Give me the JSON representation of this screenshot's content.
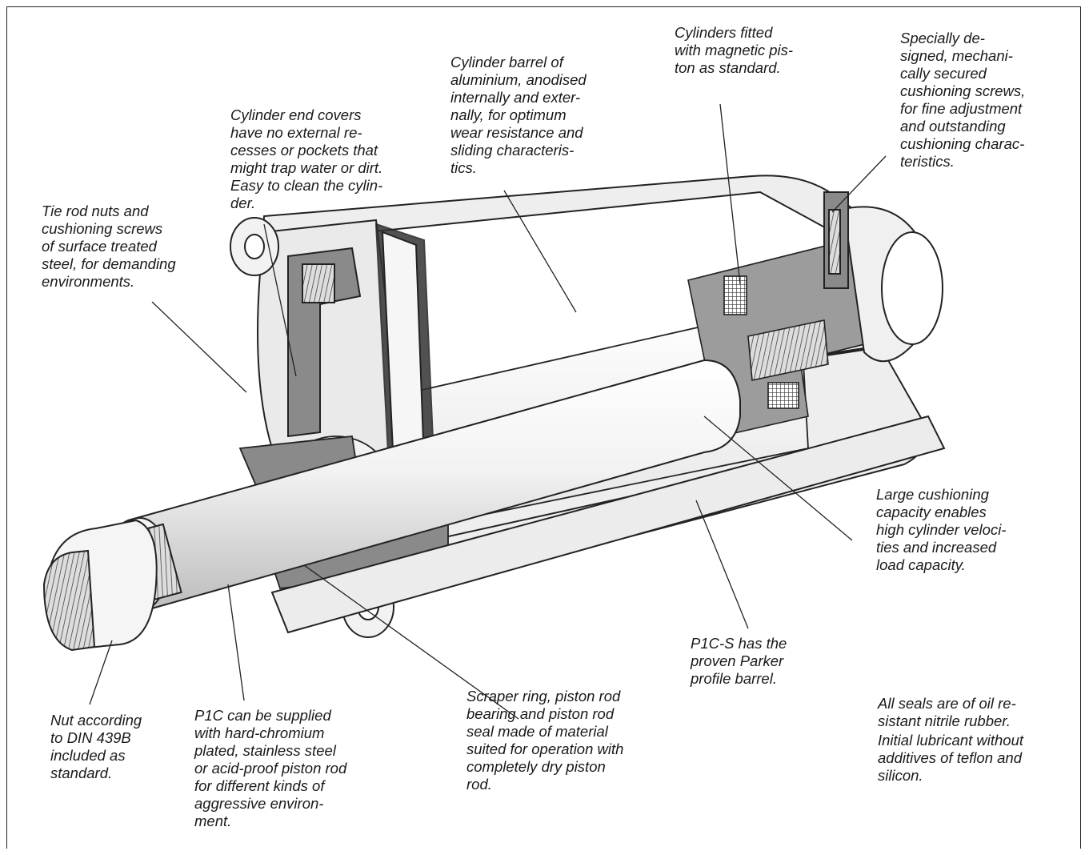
{
  "annotations": {
    "tie_rod_nuts": "Tie rod nuts and\ncushioning screws\nof surface treated\nsteel, for demanding\nenvironments.",
    "end_covers": "Cylinder end covers\nhave no external re-\ncesses or pockets that\nmight trap water or dirt.\nEasy to clean the cylin-\nder.",
    "barrel": "Cylinder barrel of\naluminium, anodised\ninternally and exter-\nnally, for optimum\nwear resistance and\nsliding characteris-\ntics.",
    "magnetic_piston": "Cylinders fitted\nwith magnetic pis-\nton as standard.",
    "cushioning_screws": "Specially de-\nsigned, mechani-\ncally secured\ncushioning screws,\nfor fine adjustment\nand outstanding\ncushioning charac-\nteristics.",
    "cushioning_capacity": "Large cushioning\ncapacity enables\nhigh cylinder veloci-\nties and increased\nload capacity.",
    "profile_barrel": "P1C-S has the\nproven Parker\nprofile barrel.",
    "seals": "All seals are of oil re-\nsistant nitrile rubber.",
    "lubricant": "Initial lubricant without\nadditives of teflon and\nsilicon.",
    "scraper_ring": "Scraper ring, piston rod\nbearing and piston rod\nseal made of material\nsuited for operation with\ncompletely dry piston\nrod.",
    "piston_rod": "P1C can be supplied\nwith hard-chromium\nplated, stainless steel\nor acid-proof piston rod\nfor different kinds of\naggressive environ-\nment.",
    "nut": "Nut according\nto DIN 439B\nincluded as\nstandard."
  }
}
